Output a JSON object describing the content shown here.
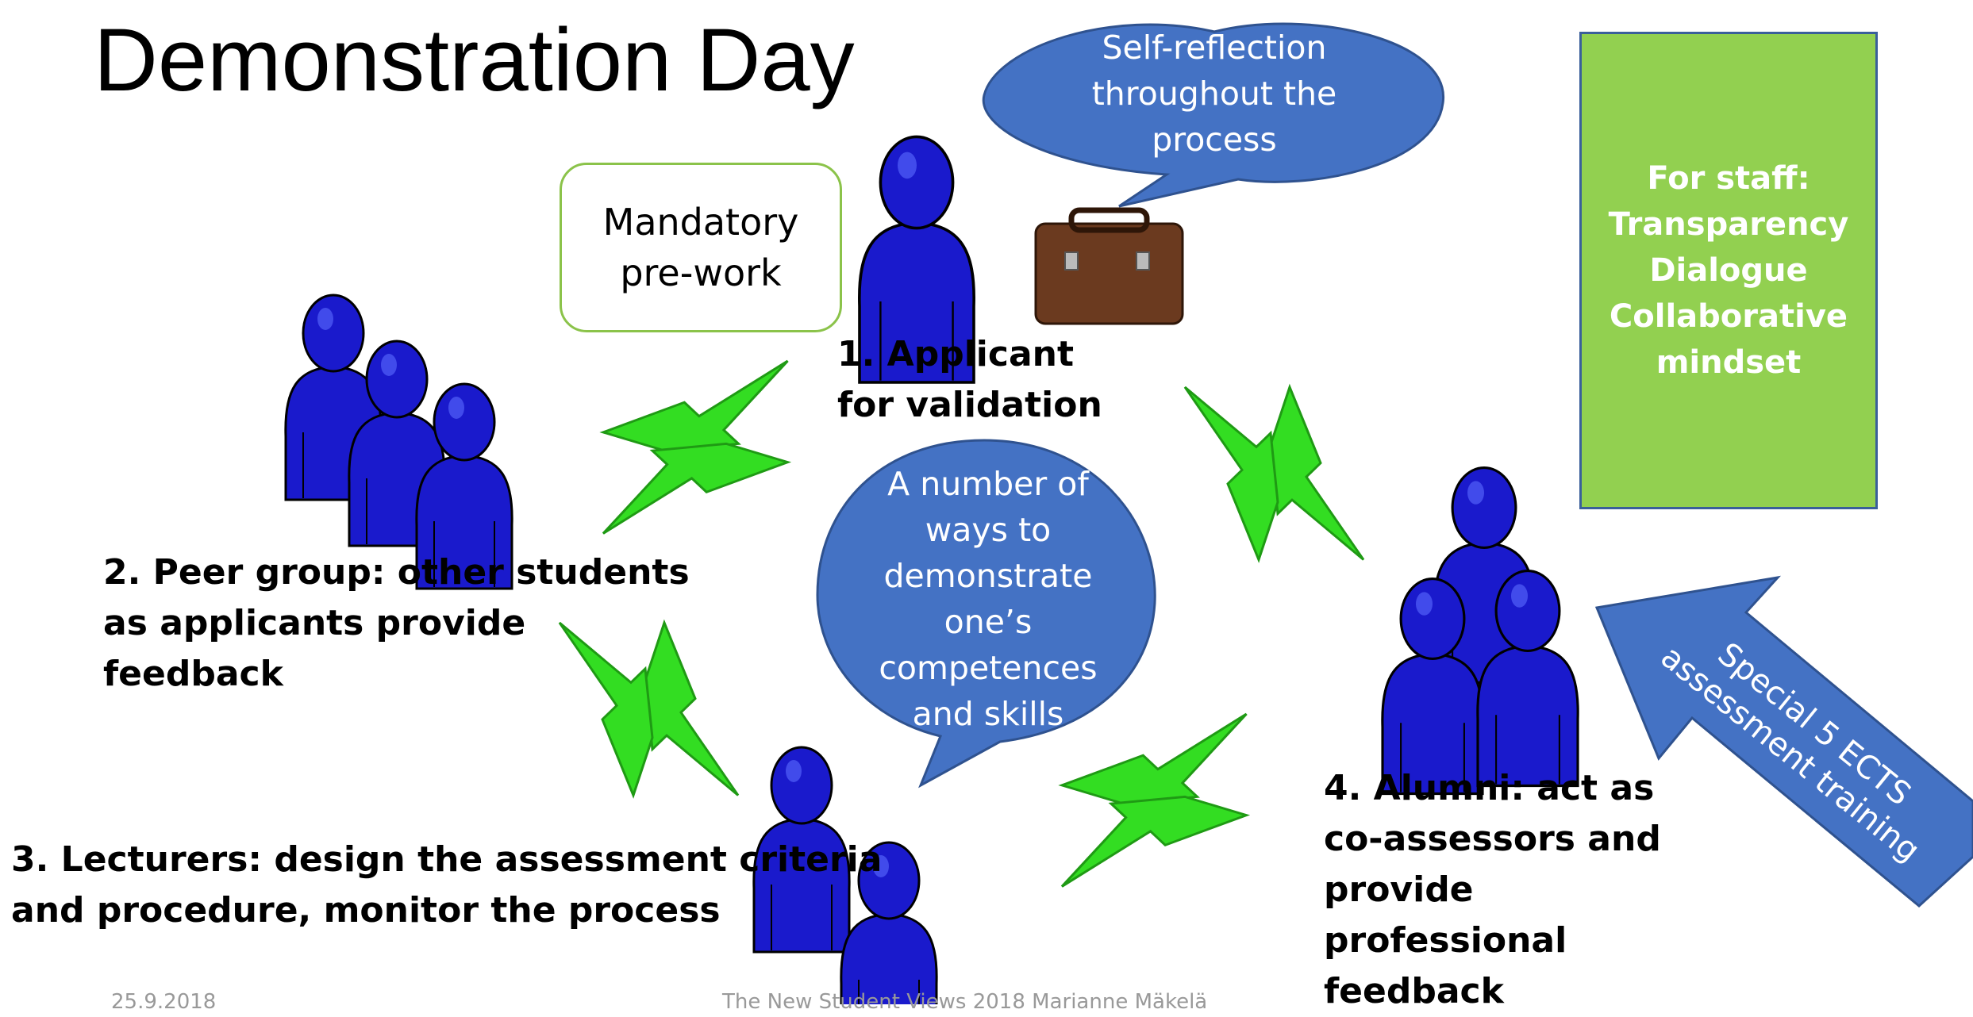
{
  "title": "Demonstration Day",
  "speech_bubble_top": {
    "lines": [
      "Self-reflection",
      "throughout the",
      "process"
    ]
  },
  "mandatory_box": {
    "lines": [
      "Mandatory",
      "pre-work"
    ]
  },
  "applicant": {
    "lines": [
      "1. Applicant",
      "for validation"
    ]
  },
  "center_bubble": {
    "lines": [
      "A number of",
      "ways to",
      "demonstrate",
      "one’s",
      "competences",
      "and skills"
    ]
  },
  "peer_group": {
    "lines": [
      "2. Peer group: other students",
      "as applicants provide",
      "feedback"
    ]
  },
  "lecturers": {
    "number": "3",
    "line1_rest": ". Lecturers: design the assessment criteria",
    "line2": "and procedure, monitor the process"
  },
  "alumni": {
    "lines": [
      "4. Alumni: act as",
      "co-assessors and",
      "provide",
      "professional",
      "feedback"
    ]
  },
  "staff_box": {
    "lines": [
      "For staff:",
      "Transparency",
      "Dialogue",
      "Collaborative",
      "mindset"
    ]
  },
  "training_arrow": {
    "lines": [
      "Special 5 ECTS",
      "assessment training"
    ]
  },
  "footer": {
    "date": "25.9.2018",
    "center": "The New Student Views 2018 Marianne Mäkelä"
  },
  "colors": {
    "bubble_blue": "#4472c4",
    "person_blue": "#1a1acc",
    "arrow_green": "#33dd22",
    "staff_green": "#92d050",
    "briefcase_brown": "#6b3a1f"
  },
  "icons": [
    "person-icon",
    "briefcase-icon",
    "double-arrow-icon",
    "block-arrow-icon"
  ]
}
